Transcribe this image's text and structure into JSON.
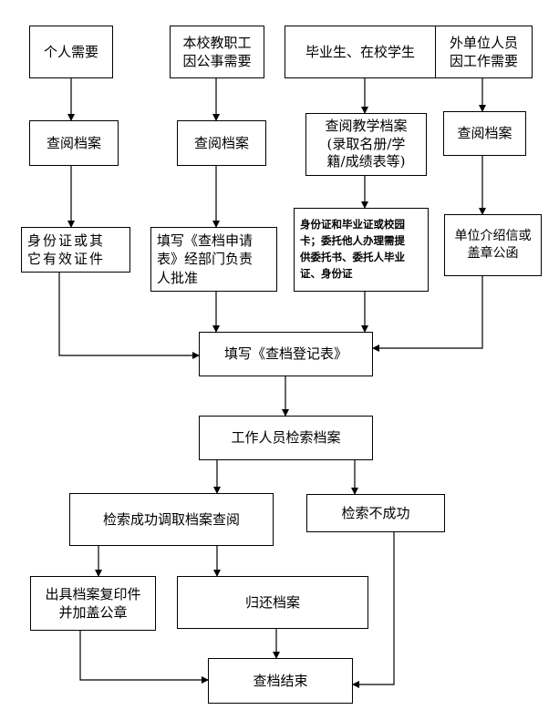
{
  "diagram": {
    "nodes": {
      "personal": "个人需要",
      "staff": "本校教职工\n因公事需要",
      "students": "毕业生、在校学生",
      "external": "外单位人员\n因工作需要",
      "view_personal": "查阅档案",
      "view_staff": "查阅档案",
      "view_students": "查阅教学档案\n(录取名册/学\n籍/成绩表等)",
      "view_external": "查阅档案",
      "id_docs": "身份证或其\n它有效证件",
      "apply_form": "填写《查档申请\n表》经部门负责\n人批准",
      "student_docs": "身份证和毕业证或校园\n卡；委托他人办理需提\n供委托书、委托人毕业\n证、身份证",
      "unit_letter": "单位介绍信或\n盖章公函",
      "register": "填写《查档登记表》",
      "search": "工作人员检索档案",
      "success": "检索成功调取档案查阅",
      "fail": "检索不成功",
      "copy_seal": "出具档案复印件\n并加盖公章",
      "return": "归还档案",
      "end": "查档结束"
    }
  }
}
